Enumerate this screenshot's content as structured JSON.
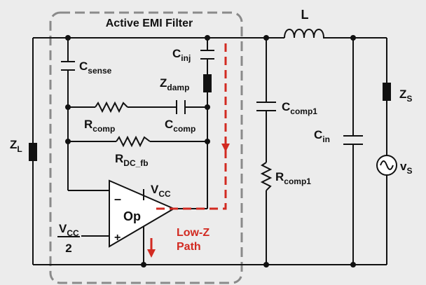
{
  "title": "Active EMI Filter",
  "labels": {
    "L": "L",
    "C_sense": {
      "main": "C",
      "sub": "sense"
    },
    "C_inj": {
      "main": "C",
      "sub": "inj"
    },
    "Z_damp": {
      "main": "Z",
      "sub": "damp"
    },
    "R_comp": {
      "main": "R",
      "sub": "comp"
    },
    "C_comp": {
      "main": "C",
      "sub": "comp"
    },
    "R_DC_fb": {
      "main": "R",
      "sub": "DC_fb"
    },
    "Z_L": {
      "main": "Z",
      "sub": "L"
    },
    "V_CC_op": {
      "main": "V",
      "sub": "CC"
    },
    "V_CC_frac": {
      "main": "V",
      "sub": "CC",
      "den": "2"
    },
    "op": "Op",
    "minus": "–",
    "plus": "+",
    "C_comp1": {
      "main": "C",
      "sub": "comp1"
    },
    "R_comp1": {
      "main": "R",
      "sub": "comp1"
    },
    "C_in": {
      "main": "C",
      "sub": "in"
    },
    "Z_S": {
      "main": "Z",
      "sub": "S"
    },
    "v_S": {
      "main": "v",
      "sub": "S"
    }
  },
  "annotation": {
    "line1": "Low-Z",
    "line2": "Path"
  },
  "colors": {
    "wire": "#111111",
    "highlight": "#d22a21",
    "frame": "#8a8a8a",
    "background": "#ececec"
  }
}
